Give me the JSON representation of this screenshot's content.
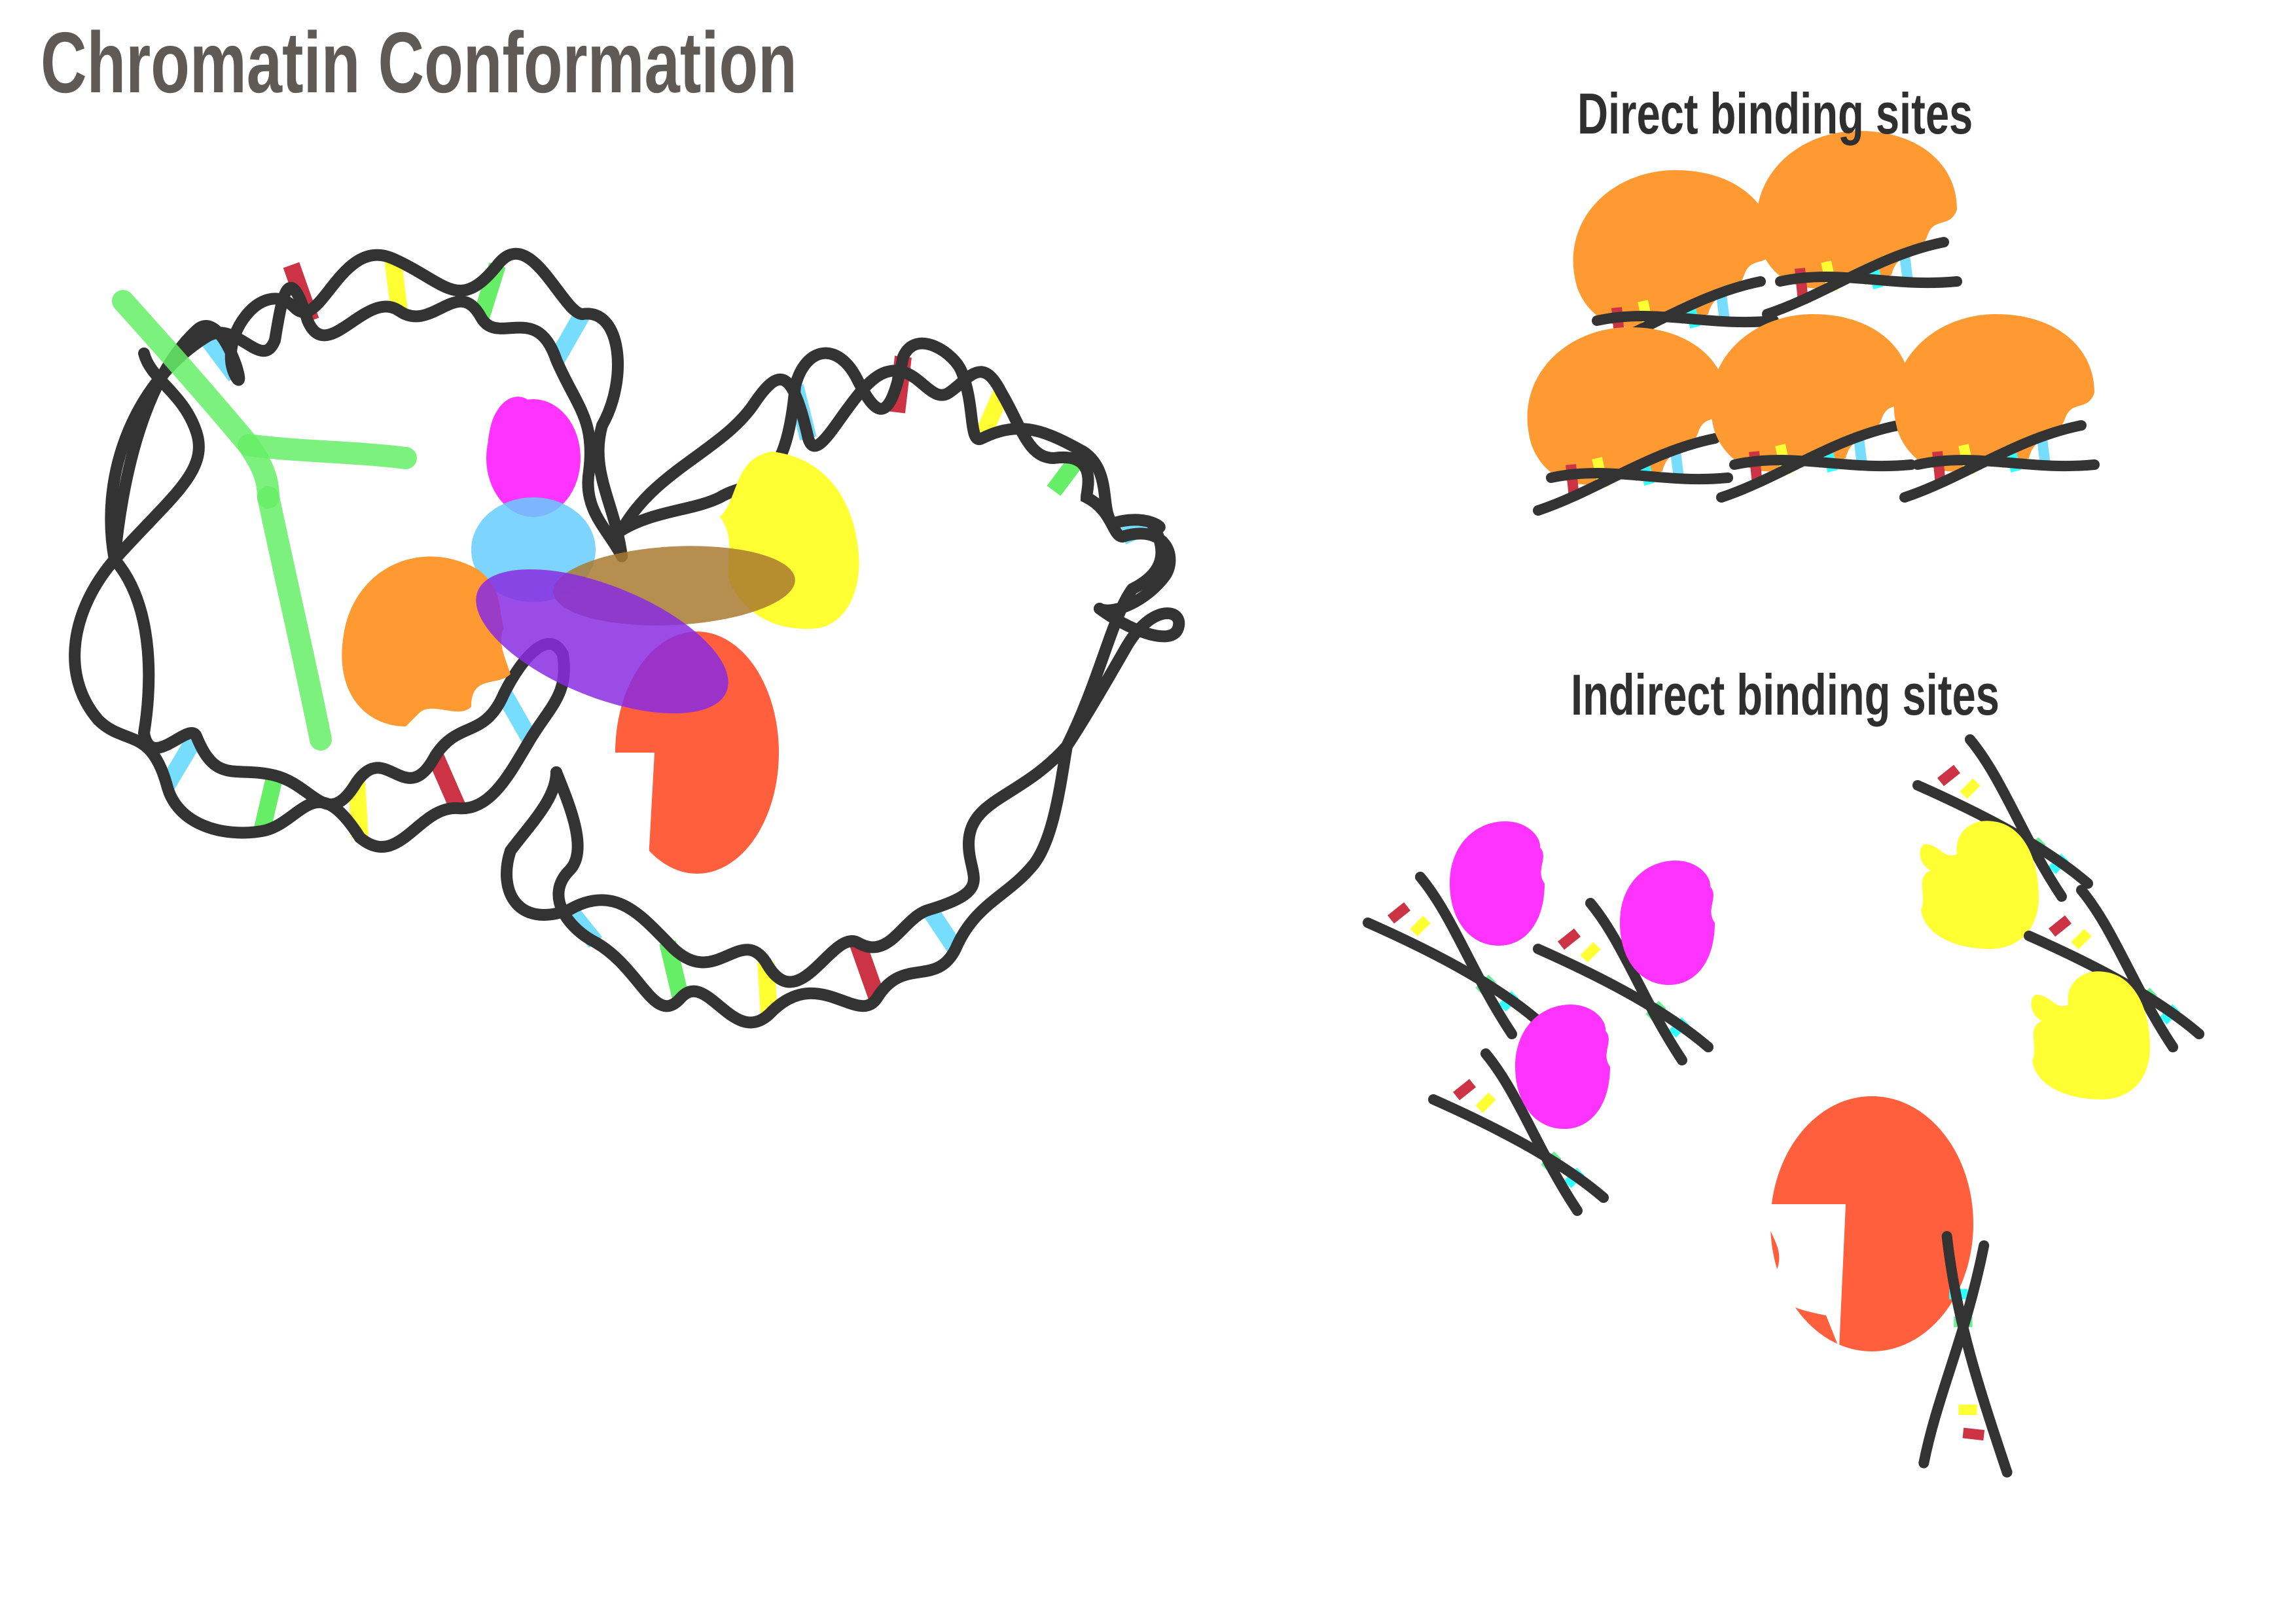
{
  "title": "Chromatin Conformation",
  "labels": {
    "direct": "Direct binding sites",
    "indirect": "Indirect binding sites"
  },
  "colors": {
    "title": "#5f5a55",
    "label": "#2f2f2f",
    "strand": "#333333",
    "base_red": "#cc3344",
    "base_yellow": "#ffff33",
    "base_green": "#66ee66",
    "base_cyan": "#77ddff",
    "base_bright_cyan": "#33ffff",
    "protein_orange": "#ff9a33",
    "protein_magenta": "#ff33ff",
    "protein_yellow": "#ffff33",
    "protein_red": "#ff5f3d",
    "protein_blue": "#66ccff",
    "protein_purple": "#8a2be2",
    "protein_brown": "#a97a30",
    "antibody_green": "#66ee66"
  },
  "diagram_parts": {
    "left_loop": "dna-loop",
    "right_loop": "dna-loop",
    "center_complex": "protein-complex",
    "antibody": "y-shaped-antibody",
    "direct_sites": "orange-protein-on-dna",
    "indirect_sites": "protein-near-dna"
  }
}
